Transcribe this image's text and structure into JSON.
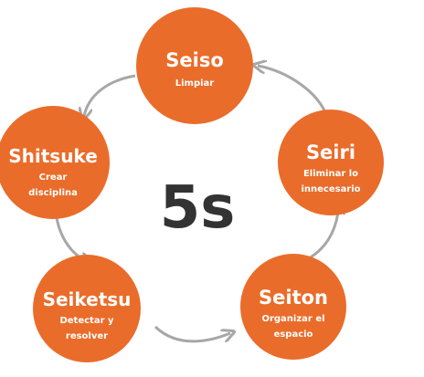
{
  "colors": {
    "node_fill": "#ea6c2a",
    "arrow": "#a7a7a7",
    "center_text": "#333333"
  },
  "center": {
    "title": "5s"
  },
  "nodes": [
    {
      "id": "seiso",
      "title": "Seiso",
      "subtitle": [
        "Limpiar"
      ]
    },
    {
      "id": "seiri",
      "title": "Seiri",
      "subtitle": [
        "Eliminar lo",
        "innecesario"
      ]
    },
    {
      "id": "seiton",
      "title": "Seiton",
      "subtitle": [
        "Organizar el",
        "espacio"
      ]
    },
    {
      "id": "seiketsu",
      "title": "Seiketsu",
      "subtitle": [
        "Detectar y",
        "resolver"
      ]
    },
    {
      "id": "shitsuke",
      "title": "Shitsuke",
      "subtitle": [
        "Crear",
        "disciplina"
      ]
    }
  ]
}
